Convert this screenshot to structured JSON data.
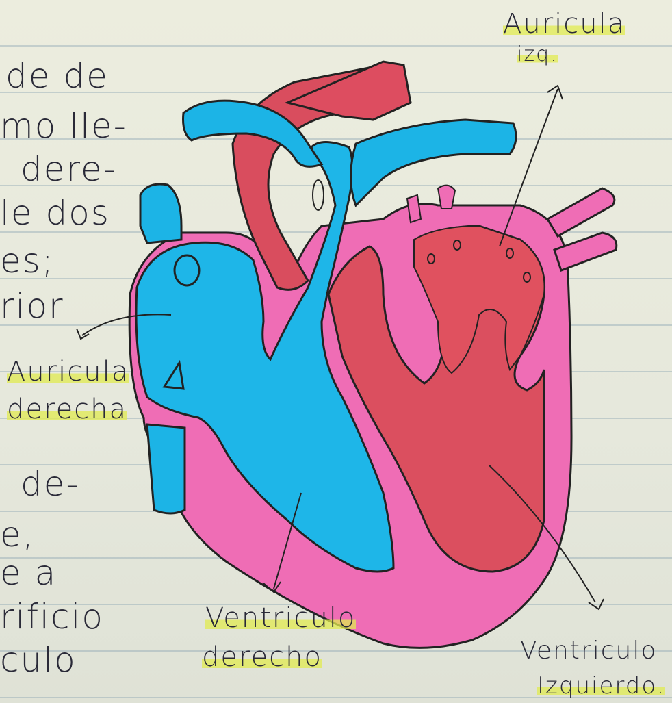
{
  "margin_text": [
    "de de",
    "mo lle-",
    "dere-",
    "le dos",
    "es;",
    "rior",
    "de-",
    "e,",
    "e a",
    "rificio",
    "culo"
  ],
  "labels": {
    "aurical_left_line1": "Auricula",
    "aurical_left_line2": "izq.",
    "aurical_right_line1": "Auricula",
    "aurical_right_line2": "derecha",
    "ventricle_right_line1": "Ventriculo",
    "ventricle_right_line2": "derecho",
    "ventricle_left_line1": "Ventriculo",
    "ventricle_left_line2": "Izquierdo."
  },
  "colors": {
    "blue": "#1cb4e6",
    "red": "#dd4d5f",
    "pink": "#f06ab4",
    "highlight": "#e4ec50"
  }
}
